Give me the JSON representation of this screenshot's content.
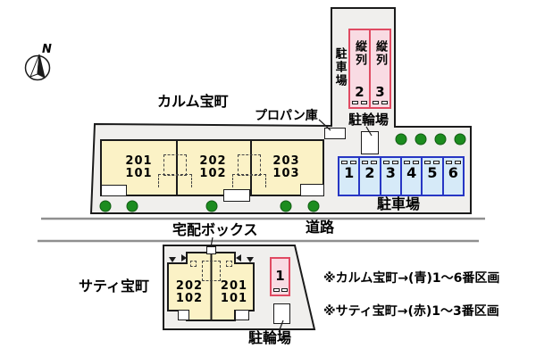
{
  "colors": {
    "site_fill": "#f0efed",
    "outline": "#1b1b1b",
    "building_fill": "#fbf2c6",
    "blue_border": "#2736c4",
    "blue_fill": "#d6eaf8",
    "red_border": "#e04a62",
    "pink_fill": "#f9dbe3",
    "road_gray": "#8f8f8f",
    "tree_green": "#1c8c1f"
  },
  "compass": {
    "label": "N"
  },
  "upper_site": {
    "title": "カルム宝町",
    "propane_label": "プロパン庫",
    "building_units": [
      {
        "label": "201\n101"
      },
      {
        "label": "202\n102"
      },
      {
        "label": "203\n103"
      }
    ],
    "tandem_lot": {
      "side_label": "駐車場",
      "stalls": [
        {
          "kind": "縦列",
          "number": "2"
        },
        {
          "kind": "縦列",
          "number": "3"
        }
      ]
    },
    "bicycle_label": "駐輪場",
    "front_lot": {
      "label": "駐車場",
      "stalls": [
        {
          "number": "1"
        },
        {
          "number": "2"
        },
        {
          "number": "3"
        },
        {
          "number": "4"
        },
        {
          "number": "5"
        },
        {
          "number": "6"
        }
      ]
    }
  },
  "road": {
    "label": "道路",
    "delivery_box_label": "宅配ボックス"
  },
  "lower_site": {
    "title": "サティ宝町",
    "building_units": [
      {
        "label": "202\n102"
      },
      {
        "label": "201\n101"
      }
    ],
    "stall": {
      "number": "1"
    },
    "bicycle_label": "駐輪場"
  },
  "legend": {
    "lines": [
      "※カルム宝町→(青)1〜6番区画",
      "※サティ宝町→(赤)1〜3番区画"
    ]
  }
}
